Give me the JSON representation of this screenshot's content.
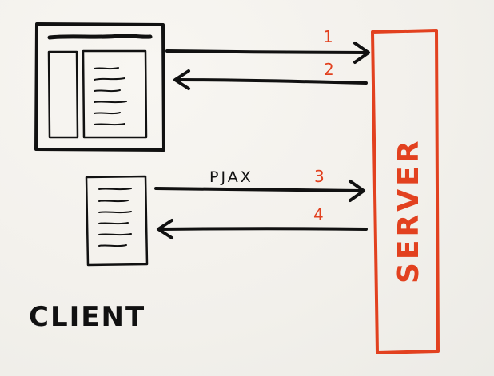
{
  "diagram": {
    "client_label": "CLIENT",
    "server_label": "SERVER",
    "pjax_label": "PJAX",
    "step_labels": [
      "1",
      "2",
      "3",
      "4"
    ],
    "colors": {
      "ink": "#111111",
      "server_accent": "#e2411f",
      "paper": "#f4f2ee"
    }
  }
}
